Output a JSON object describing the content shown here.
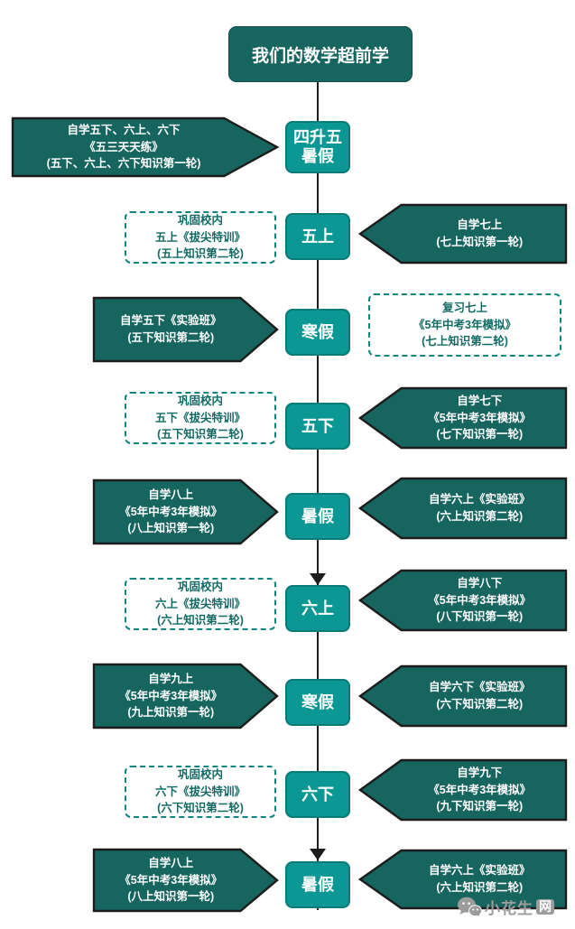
{
  "title": "我们的数学超前学",
  "colors": {
    "dark_teal": "#17655F",
    "node_teal": "#0B9894",
    "node_border": "#0A7B77",
    "dashed_teal": "#11847E",
    "text_teal": "#136A64",
    "line": "#1C1C1C",
    "watermark_gray": "#9C9C9C"
  },
  "rows": [
    {
      "node": [
        "四升五",
        "暑假"
      ],
      "left": {
        "style": "solid",
        "lines": [
          "自学五下、六上、六下",
          "《五三天天练》",
          "(五下、六上、六下知识第一轮)"
        ]
      },
      "right": null
    },
    {
      "node": "五上",
      "left": {
        "style": "dashed",
        "lines": [
          "巩固校内",
          "五上《拔尖特训》",
          "(五上知识第二轮)"
        ]
      },
      "right": {
        "style": "solid",
        "lines": [
          "自学七上",
          "(七上知识第一轮)"
        ]
      }
    },
    {
      "node": "寒假",
      "left": {
        "style": "solid",
        "lines": [
          "自学五下《实验班》",
          "(五下知识第二轮)"
        ]
      },
      "right": {
        "style": "dashed",
        "lines": [
          "复习七上",
          "《5年中考3年模拟》",
          "(七上知识第二轮)"
        ]
      }
    },
    {
      "node": "五下",
      "left": {
        "style": "dashed",
        "lines": [
          "巩固校内",
          "五下《拔尖特训》",
          "(五下知识第二轮)"
        ]
      },
      "right": {
        "style": "solid",
        "lines": [
          "自学七下",
          "《5年中考3年模拟》",
          "(七下知识第一轮)"
        ]
      }
    },
    {
      "node": "暑假",
      "left": {
        "style": "solid",
        "lines": [
          "自学八上",
          "《5年中考3年模拟》",
          "(八上知识第一轮)"
        ]
      },
      "right": {
        "style": "solid",
        "lines": [
          "自学六上《实验班》",
          "(六上知识第二轮)"
        ]
      }
    },
    {
      "node": "六上",
      "left": {
        "style": "dashed",
        "lines": [
          "巩固校内",
          "六上《拔尖特训》",
          "(六上知识第二轮)"
        ]
      },
      "right": {
        "style": "solid",
        "lines": [
          "自学八下",
          "《5年中考3年模拟》",
          "(八下知识第一轮)"
        ]
      }
    },
    {
      "node": "寒假",
      "left": {
        "style": "solid",
        "lines": [
          "自学九上",
          "《5年中考3年模拟》",
          "(九上知识第一轮)"
        ]
      },
      "right": {
        "style": "solid",
        "lines": [
          "自学六下《实验班》",
          "(六下知识第二轮)"
        ]
      }
    },
    {
      "node": "六下",
      "left": {
        "style": "dashed",
        "lines": [
          "巩固校内",
          "六下《拔尖特训》",
          "(六下知识第二轮)"
        ]
      },
      "right": {
        "style": "solid",
        "lines": [
          "自学九下",
          "《5年中考3年模拟》",
          "(九下知识第一轮)"
        ]
      }
    },
    {
      "node": "暑假",
      "left": {
        "style": "solid",
        "lines": [
          "自学八上",
          "《5年中考3年模拟》",
          "(八上知识第一轮)"
        ]
      },
      "right": {
        "style": "solid",
        "lines": [
          "自学六上《实验班》",
          "(六上知识第二轮)"
        ]
      }
    }
  ],
  "watermark": {
    "icon": "wechat-icon",
    "text": "小花生",
    "suffix": "网"
  }
}
